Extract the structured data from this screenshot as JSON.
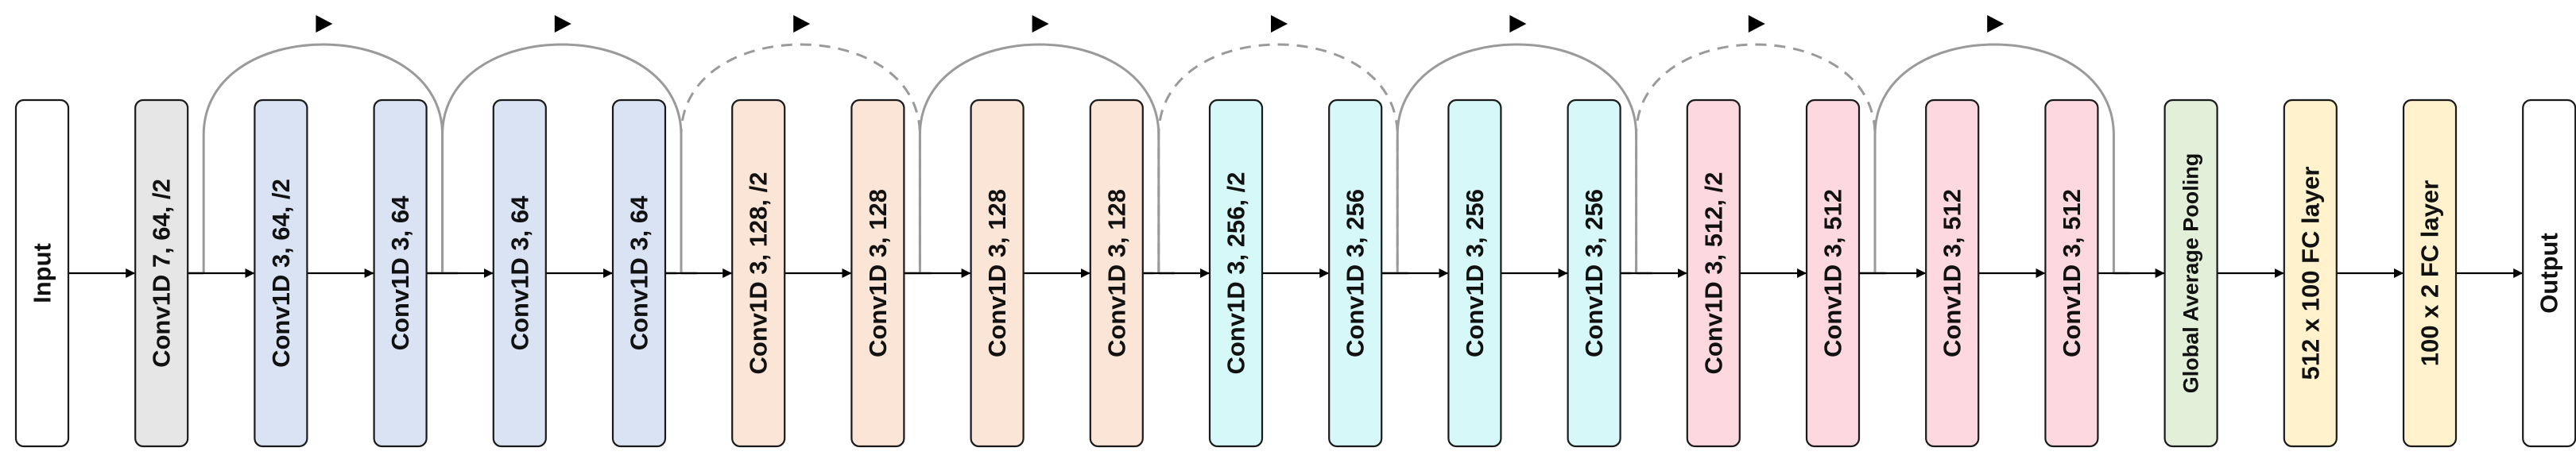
{
  "diagram": {
    "colors": {
      "stroke": "#1a1a1a",
      "arrow": "#000000",
      "skip": "#9a9a9a",
      "white": "#ffffff",
      "gray": "#e6e6e6",
      "blue": "#dae3f3",
      "orange": "#fbe5d6",
      "cyan": "#d6f8f8",
      "pink": "#fdd8e1",
      "green": "#e2f0d9",
      "yellow": "#fff2cc"
    },
    "blocks": [
      {
        "label": "Input",
        "fill": "white"
      },
      {
        "label": "Conv1D 7, 64, /2",
        "fill": "gray"
      },
      {
        "label": "Conv1D 3, 64, /2",
        "fill": "blue"
      },
      {
        "label": "Conv1D 3, 64",
        "fill": "blue"
      },
      {
        "label": "Conv1D 3, 64",
        "fill": "blue"
      },
      {
        "label": "Conv1D 3, 64",
        "fill": "blue"
      },
      {
        "label": "Conv1D 3, 128, /2",
        "fill": "orange"
      },
      {
        "label": "Conv1D 3, 128",
        "fill": "orange"
      },
      {
        "label": "Conv1D 3, 128",
        "fill": "orange"
      },
      {
        "label": "Conv1D 3, 128",
        "fill": "orange"
      },
      {
        "label": "Conv1D 3, 256, /2",
        "fill": "cyan"
      },
      {
        "label": "Conv1D 3, 256",
        "fill": "cyan"
      },
      {
        "label": "Conv1D 3, 256",
        "fill": "cyan"
      },
      {
        "label": "Conv1D 3, 256",
        "fill": "cyan"
      },
      {
        "label": "Conv1D 3, 512, /2",
        "fill": "pink"
      },
      {
        "label": "Conv1D 3, 512",
        "fill": "pink"
      },
      {
        "label": "Conv1D 3, 512",
        "fill": "pink"
      },
      {
        "label": "Conv1D 3, 512",
        "fill": "pink"
      },
      {
        "label": "Global Average Pooling",
        "fill": "green"
      },
      {
        "label": "512 x 100 FC layer",
        "fill": "yellow"
      },
      {
        "label": "100 x 2 FC layer",
        "fill": "yellow"
      },
      {
        "label": "Output",
        "fill": "white"
      }
    ],
    "skip_connections": [
      {
        "from_block": 1,
        "to_block": 3,
        "style": "solid"
      },
      {
        "from_block": 3,
        "to_block": 5,
        "style": "solid"
      },
      {
        "from_block": 5,
        "to_block": 7,
        "style": "dashed"
      },
      {
        "from_block": 7,
        "to_block": 9,
        "style": "solid"
      },
      {
        "from_block": 9,
        "to_block": 11,
        "style": "dashed"
      },
      {
        "from_block": 11,
        "to_block": 13,
        "style": "solid"
      },
      {
        "from_block": 13,
        "to_block": 15,
        "style": "dashed"
      },
      {
        "from_block": 15,
        "to_block": 17,
        "style": "solid"
      }
    ]
  }
}
